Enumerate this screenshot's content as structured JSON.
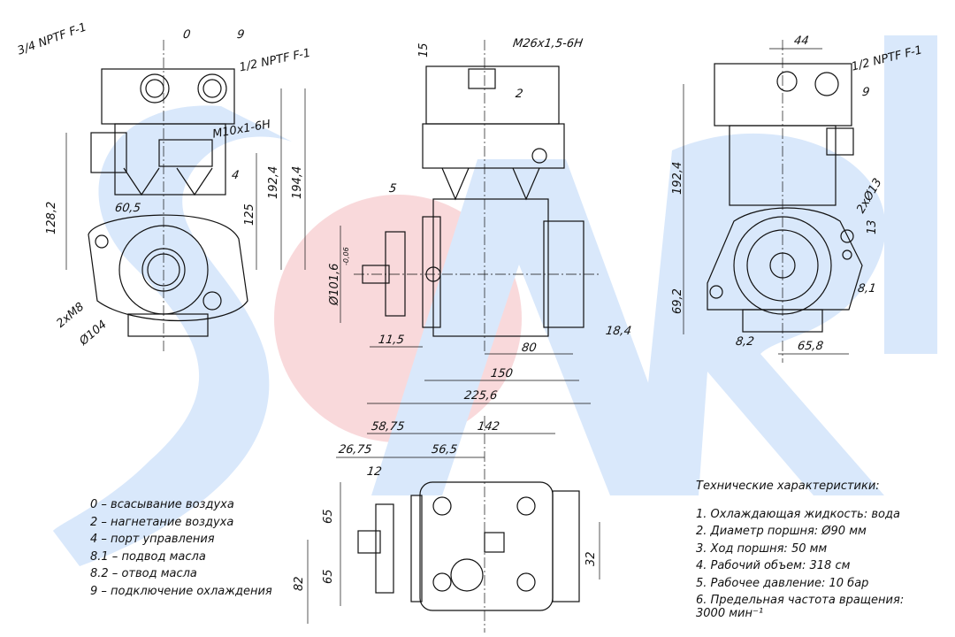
{
  "callouts": {
    "port_0": "0",
    "port_9": "9",
    "port_2": "2",
    "port_4": "4",
    "port_9_right": "9",
    "thread_3_4": "3/4 NPTF F-1",
    "thread_1_2_left": "1/2 NPTF F-1",
    "thread_1_2_right": "1/2 NPTF F-1",
    "thread_m26": "M26x1,5-6H",
    "thread_m10": "M10x1-6H",
    "holes_2xm8": "2xM8",
    "holes_2xd13": "2xØ13"
  },
  "dimensions": {
    "d128_2": "128,2",
    "d60_5": "60,5",
    "d125": "125",
    "d192_4_left": "192,4",
    "d194_4": "194,4",
    "d104": "Ø104",
    "d15": "15",
    "d5": "5",
    "d101_6": "Ø101,6",
    "d101_6_tol": "-0,06",
    "d11_5": "11,5",
    "d80": "80",
    "d18_4": "18,4",
    "d150": "150",
    "d225_6": "225,6",
    "d44": "44",
    "d192_4_right": "192,4",
    "d13": "13",
    "d69_2": "69,2",
    "d8_1": "8,1",
    "d8_2": "8,2",
    "d65_8": "65,8",
    "d58_75": "58,75",
    "d142": "142",
    "d26_75": "26,75",
    "d56_5": "56,5",
    "d12": "12",
    "d65_top": "65",
    "d65_bottom": "65",
    "d82": "82",
    "d32": "32"
  },
  "legend": [
    "0 – всасывание воздуха",
    "2 – нагнетание воздуха",
    "4 – порт управления",
    "8.1 – подвод масла",
    "8.2 – отвод масла",
    "9 – подключение охлаждения"
  ],
  "specs": {
    "title": "Технические характеристики:",
    "items": [
      "1. Охлаждающая жидкость: вода",
      "2. Диаметр поршня: Ø90 мм",
      "3. Ход поршня: 50 мм",
      "4. Рабочий объем: 318 см",
      "5. Рабочее давление: 10 бар",
      "6. Предельная частота вращения:",
      "3000 мин⁻¹"
    ]
  },
  "colors": {
    "watermark_blue": "#d6e6fa",
    "watermark_red": "#f6c9cc",
    "line": "#111111"
  }
}
